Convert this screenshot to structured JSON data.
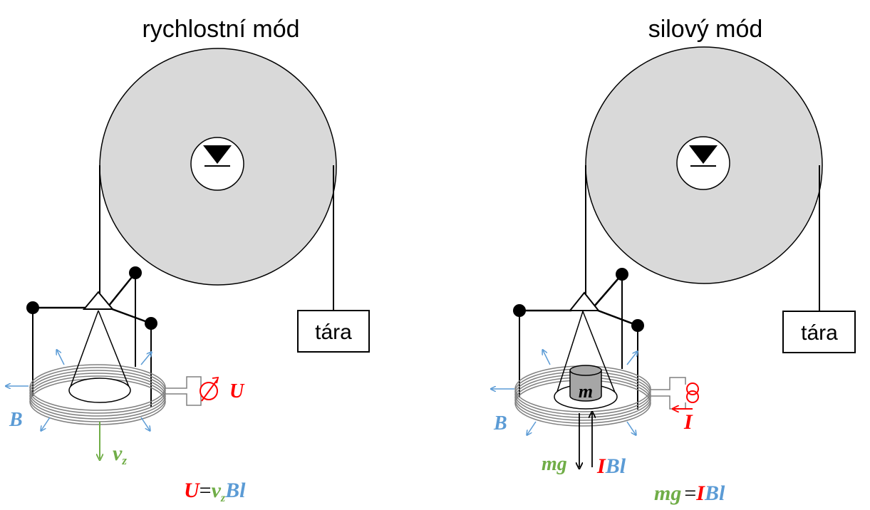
{
  "left_panel": {
    "title": "rychlostní mód",
    "tare_label": "tára",
    "field_label": "B",
    "velocity_symbol": "v",
    "velocity_sub": "z",
    "voltage_label": "U",
    "equation": {
      "lhs": "U",
      "eq": "=",
      "v": "v",
      "v_sub": "z",
      "rhs": "Bl"
    }
  },
  "right_panel": {
    "title": "silový mód",
    "tare_label": "tára",
    "field_label": "B",
    "current_label": "I",
    "mass_label": "m",
    "force_down_label": "mg",
    "force_up_I": "I",
    "force_up_Bl": "Bl",
    "equation": {
      "lhs": "mg",
      "eq": "=",
      "I": "I",
      "rhs": "Bl"
    }
  },
  "colors": {
    "wheel": "#d9d9d9",
    "field_blue": "#5b9bd5",
    "red": "#ff0000",
    "green": "#70ad47",
    "label_blue": "#5b9bd5",
    "coil": "#808080",
    "mass": "#a6a6a6"
  }
}
